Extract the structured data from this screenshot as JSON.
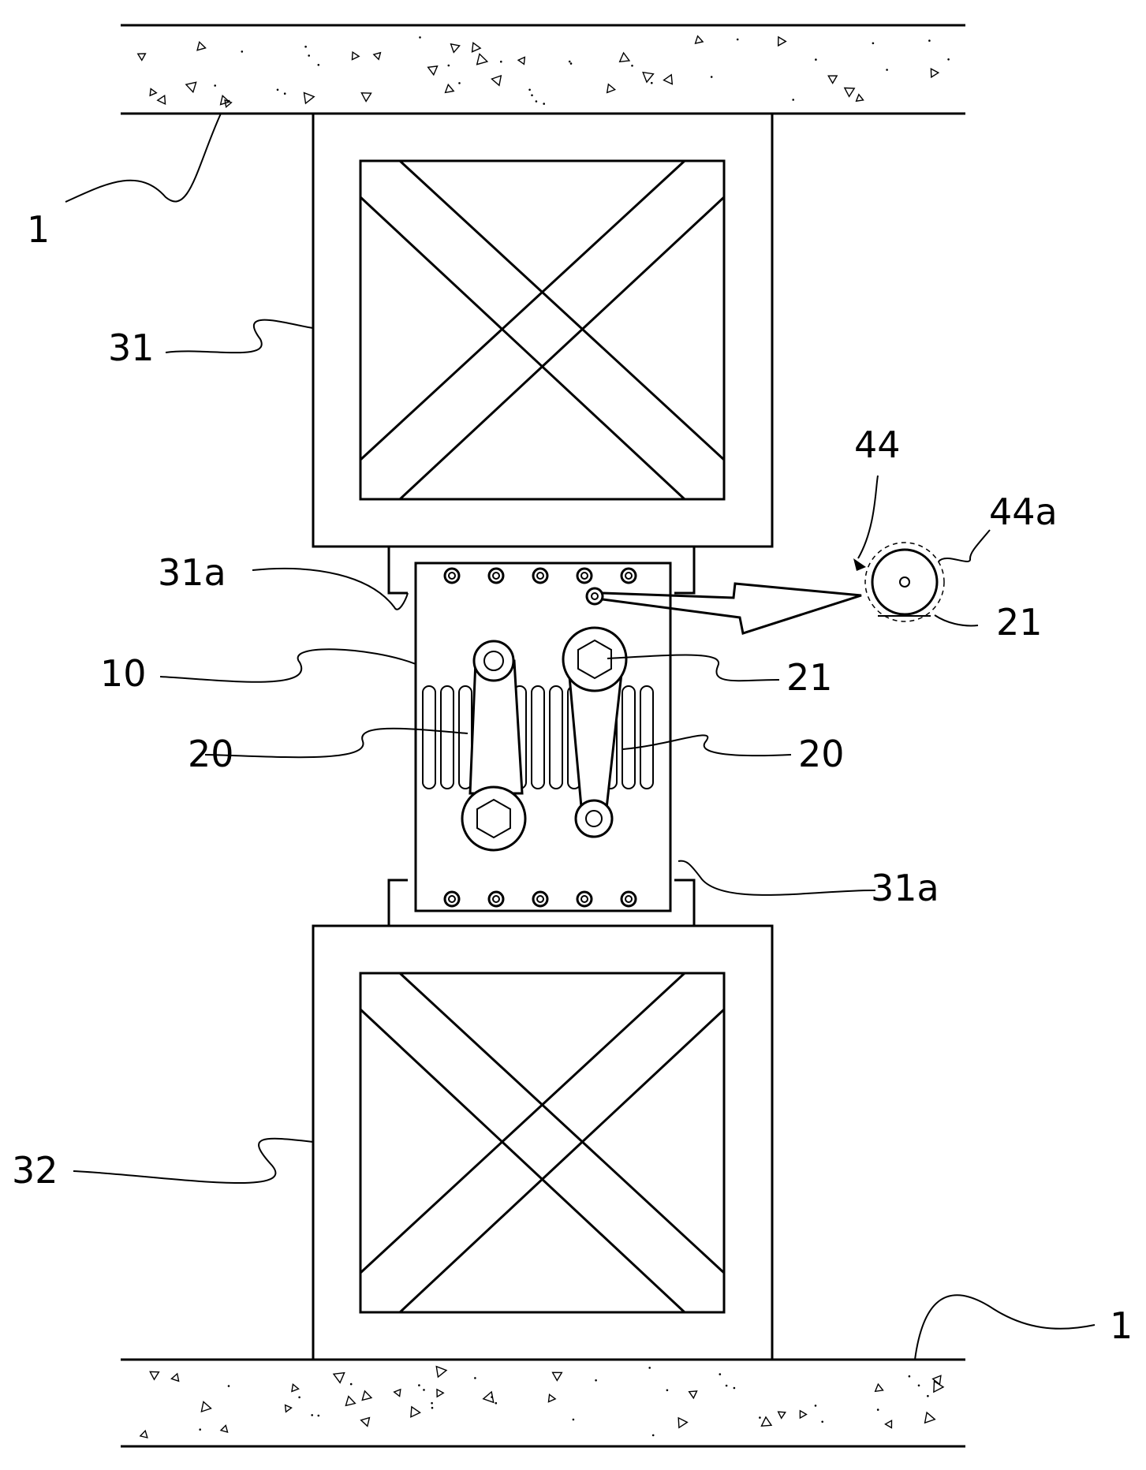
{
  "labels": {
    "floor": "1",
    "upper_block": "31",
    "lower_block": "32",
    "bracket": "31a",
    "damper_plate": "10",
    "link_arm": "20",
    "pin": "21",
    "detail_ring": "44",
    "detail_roller": "44a"
  }
}
